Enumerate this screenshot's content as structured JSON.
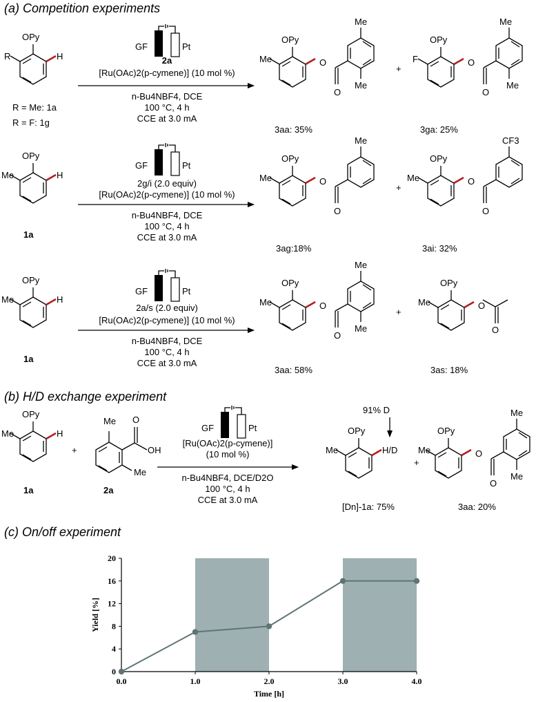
{
  "sections": {
    "a": "(a) Competition experiments",
    "b": "(b) H/D exchange experiment",
    "c": "(c) On/off experiment"
  },
  "labels": {
    "opy": "OPy",
    "h": "H",
    "me": "Me",
    "f": "F",
    "r": "R",
    "o": "O",
    "oh": "OH",
    "cf3": "CF3",
    "hd": "H/D",
    "gf": "GF",
    "pt": "Pt",
    "plus": "+",
    "deut": "91% D"
  },
  "rxn1": {
    "reagent": "2a",
    "catalyst": "[Ru(OAc)2(p-cymene)] (10 mol %)",
    "salt": "n-Bu4NBF4, DCE",
    "temp": "100 °C, 4 h",
    "cce": "CCE at 3.0 mA",
    "sub_a": "R = Me: 1a",
    "sub_b": "R = F: 1g",
    "prod1": "3aa: 35%",
    "prod2": "3ga: 25%"
  },
  "rxn2": {
    "reagent": "2g/i (2.0 equiv)",
    "catalyst": "[Ru(OAc)2(p-cymene)] (10 mol %)",
    "salt": "n-Bu4NBF4, DCE",
    "temp": "100 °C, 4 h",
    "cce": "CCE at 3.0 mA",
    "sub": "1a",
    "prod1": "3ag:18%",
    "prod2": "3ai: 32%"
  },
  "rxn3": {
    "reagent": "2a/s (2.0 equiv)",
    "catalyst": "[Ru(OAc)2(p-cymene)] (10 mol %)",
    "salt": "n-Bu4NBF4, DCE",
    "temp": "100 °C, 4 h",
    "cce": "CCE at 3.0 mA",
    "sub": "1a",
    "prod1": "3aa: 58%",
    "prod2": "3as: 18%"
  },
  "rxn4": {
    "catalyst1": "[Ru(OAc)2(p-cymene)]",
    "catalyst2": "(10 mol %)",
    "salt": "n-Bu4NBF4, DCE/D2O",
    "temp": "100 °C, 4 h",
    "cce": "CCE at 3.0 mA",
    "sub1": "1a",
    "sub2": "2a",
    "prod1": "[Dn]-1a: 75%",
    "prod2": "3aa: 20%"
  },
  "chart_data": {
    "type": "line",
    "x": [
      0.0,
      1.0,
      2.0,
      3.0,
      4.0
    ],
    "series": [
      {
        "values": [
          0,
          7,
          8,
          16,
          16
        ]
      }
    ],
    "xlabel": "Time [h]",
    "ylabel": "Yield [%]",
    "xlim": [
      0.0,
      4.0
    ],
    "ylim": [
      0,
      20
    ],
    "xticks": [
      "0.0",
      "1.0",
      "2.0",
      "3.0",
      "4.0"
    ],
    "yticks": [
      "0",
      "4",
      "8",
      "12",
      "16",
      "20"
    ],
    "shaded_intervals": [
      [
        1.0,
        2.0
      ],
      [
        3.0,
        4.0
      ]
    ],
    "grid": false,
    "line_color": "#5e7476",
    "shade_color": "#9eb0b1"
  }
}
